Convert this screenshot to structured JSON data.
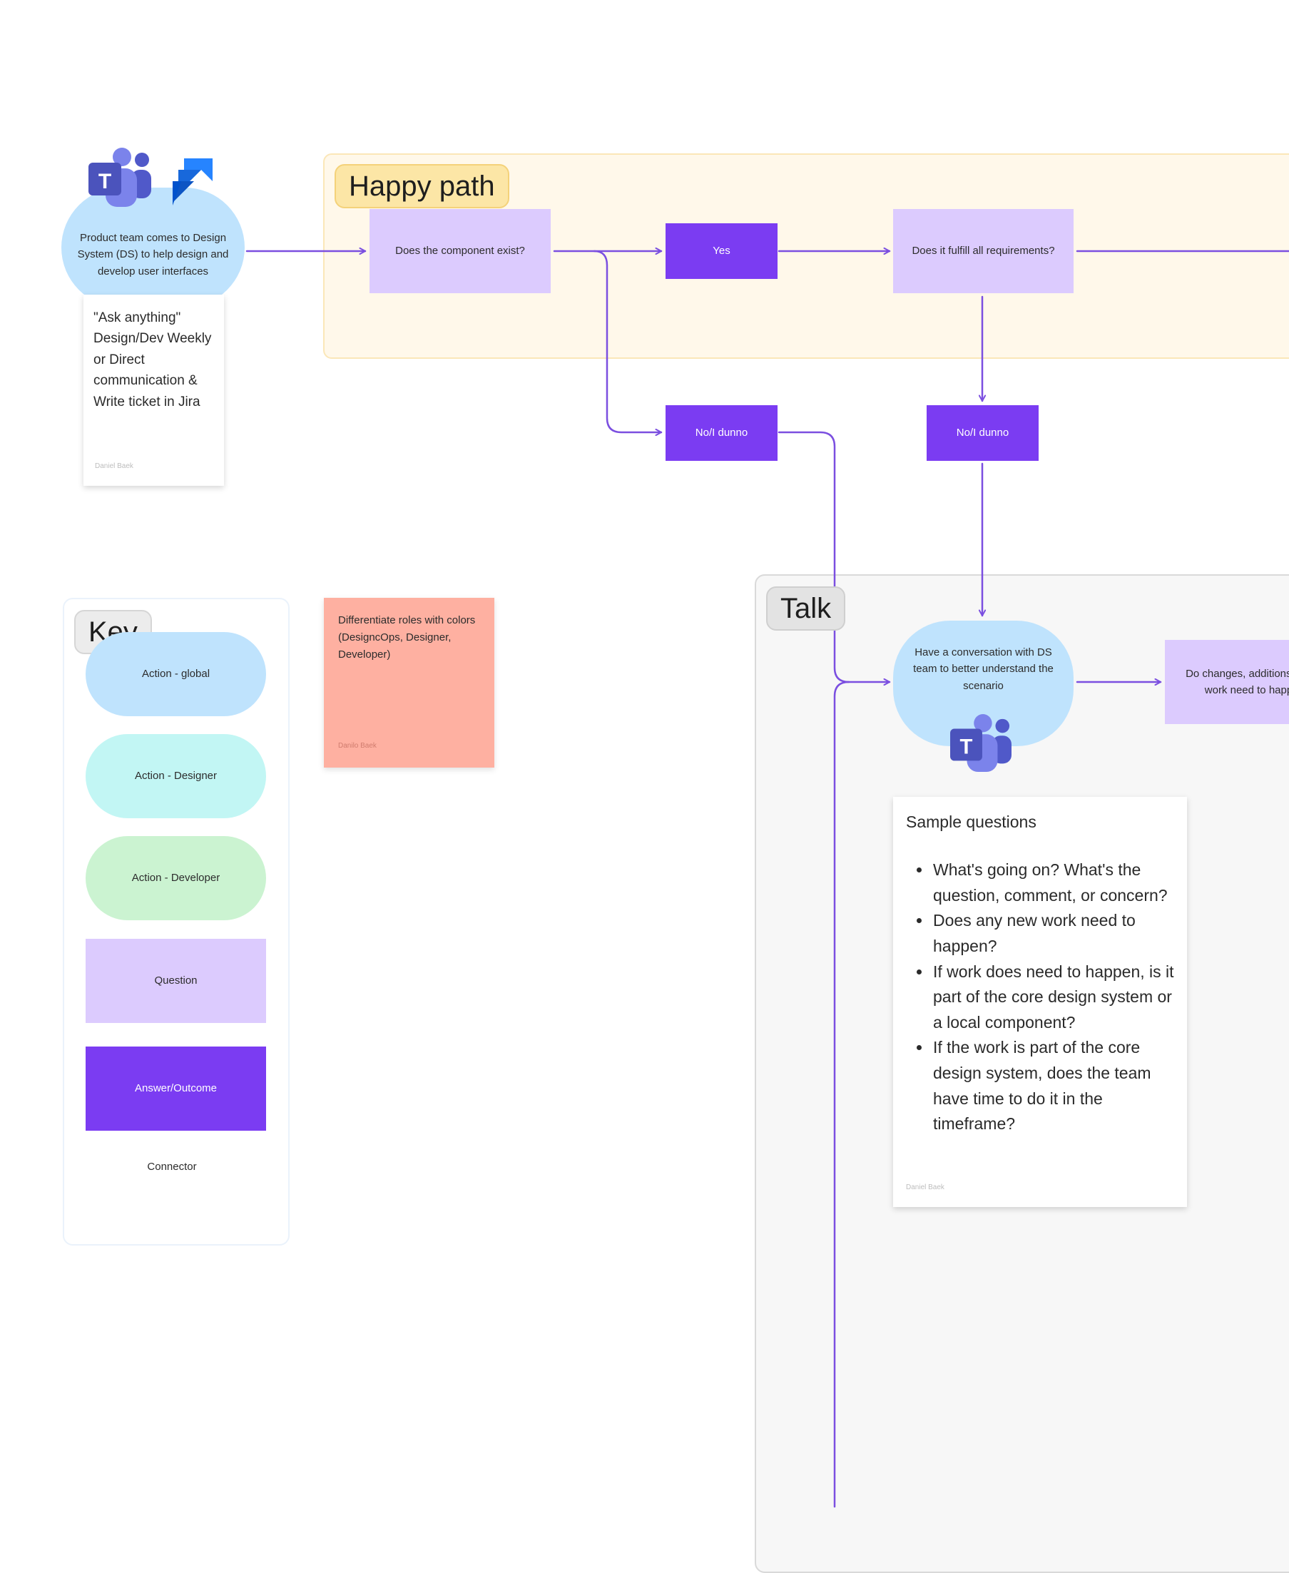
{
  "sections": {
    "happy_path": "Happy path",
    "talk": "Talk"
  },
  "start": {
    "text": "Product team comes to Design System (DS) to help design and develop user interfaces",
    "icons": [
      "teams-icon",
      "jira-icon"
    ]
  },
  "note_ask": {
    "text": "\"Ask anything\" Design/Dev Weekly or Direct communication & Write ticket in Jira",
    "author": "Daniel Baek"
  },
  "flow": {
    "component_exist": "Does the component exist?",
    "yes": "Yes",
    "fulfill": "Does it fulfill all requirements?",
    "no_dunno_1": "No/I dunno",
    "no_dunno_2": "No/I dunno",
    "conversation": "Have a conversation with DS team to better understand the scenario",
    "do_changes": "Do changes, additions, or new work need to happen?"
  },
  "sticky_red": {
    "text": "Differentiate roles with colors (DesigncOps, Designer, Developer)",
    "author": "Danilo Baek"
  },
  "key": {
    "title": "Key",
    "items": {
      "global": "Action - global",
      "designer": "Action - Designer",
      "developer": "Action - Developer",
      "question": "Question",
      "answer": "Answer/Outcome",
      "connector": "Connector"
    }
  },
  "sample_questions": {
    "title": "Sample questions",
    "items": [
      "What's going on? What's the question, comment, or concern?",
      "Does any new work need to happen?",
      "If work does need to happen, is it part of the core design system or a local component?",
      "If the work is part of the core design system, does the team have time to do it in the timeframe?"
    ],
    "author": "Daniel Baek"
  },
  "colors": {
    "connector": "#7b4fe0",
    "question": "#dccbfe",
    "answer": "#7b3cf2",
    "global": "#bfe3fd",
    "designer": "#c2f6f4",
    "developer": "#cbf3d1",
    "sticky_red": "#feb0a1"
  }
}
